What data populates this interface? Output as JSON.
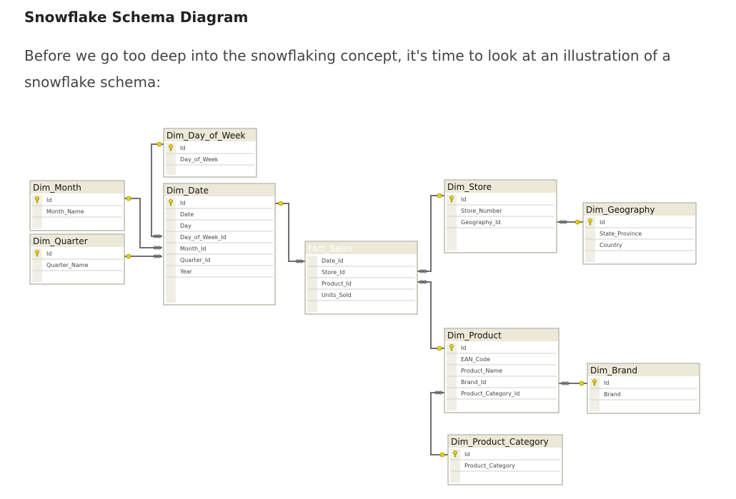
{
  "heading": "Snowflake Schema Diagram",
  "intro": "Before we go too deep into the snowflaking concept, it's time to look at an illustration of a snowflake schema:",
  "tables": [
    {
      "name": "Dim_Day_of_Week",
      "fields": [
        {
          "text": "Id",
          "key": true
        },
        {
          "text": "Day_of_Week"
        }
      ]
    },
    {
      "name": "Dim_Month",
      "fields": [
        {
          "text": "Id",
          "key": true
        },
        {
          "text": "Month_Name"
        }
      ]
    },
    {
      "name": "Dim_Quarter",
      "fields": [
        {
          "text": "Id",
          "key": true
        },
        {
          "text": "Quarter_Name"
        }
      ]
    },
    {
      "name": "Dim_Date",
      "fields": [
        {
          "text": "Id",
          "key": true
        },
        {
          "text": "Date"
        },
        {
          "text": "Day"
        },
        {
          "text": "Day_of_Week_Id"
        },
        {
          "text": "Month_Id"
        },
        {
          "text": "Quarter_Id"
        },
        {
          "text": "Year"
        }
      ]
    },
    {
      "name": "Fact_Sales",
      "fact": true,
      "fields": [
        {
          "text": "Date_Id"
        },
        {
          "text": "Store_Id"
        },
        {
          "text": "Product_Id"
        },
        {
          "text": "Units_Sold"
        }
      ]
    },
    {
      "name": "Dim_Store",
      "fields": [
        {
          "text": "Id",
          "key": true
        },
        {
          "text": "Store_Number"
        },
        {
          "text": "Geography_Id"
        }
      ]
    },
    {
      "name": "Dim_Geography",
      "fields": [
        {
          "text": "Id",
          "key": true
        },
        {
          "text": "State_Province"
        },
        {
          "text": "Country"
        }
      ]
    },
    {
      "name": "Dim_Product",
      "fields": [
        {
          "text": "Id",
          "key": true
        },
        {
          "text": "EAN_Code"
        },
        {
          "text": "Product_Name"
        },
        {
          "text": "Brand_Id"
        },
        {
          "text": "Product_Category_Id"
        }
      ]
    },
    {
      "name": "Dim_Brand",
      "fields": [
        {
          "text": "Id",
          "key": true
        },
        {
          "text": "Brand"
        }
      ]
    },
    {
      "name": "Dim_Product_Category",
      "fields": [
        {
          "text": "Id",
          "key": true
        },
        {
          "text": "Product_Category"
        }
      ]
    }
  ],
  "relationships": [
    {
      "from": "Dim_Date",
      "to": "Dim_Day_of_Week"
    },
    {
      "from": "Dim_Date",
      "to": "Dim_Month"
    },
    {
      "from": "Dim_Date",
      "to": "Dim_Quarter"
    },
    {
      "from": "Fact_Sales",
      "to": "Dim_Date"
    },
    {
      "from": "Fact_Sales",
      "to": "Dim_Store"
    },
    {
      "from": "Fact_Sales",
      "to": "Dim_Product"
    },
    {
      "from": "Dim_Store",
      "to": "Dim_Geography"
    },
    {
      "from": "Dim_Product",
      "to": "Dim_Brand"
    },
    {
      "from": "Dim_Product",
      "to": "Dim_Product_Category"
    }
  ]
}
